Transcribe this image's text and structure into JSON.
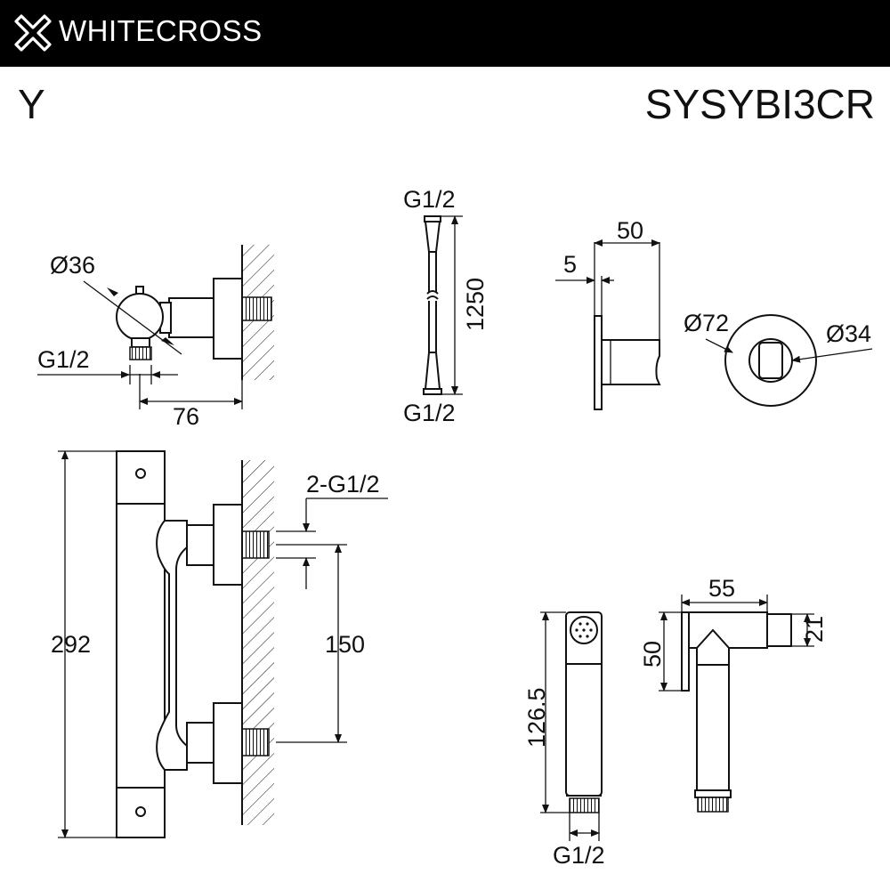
{
  "header": {
    "brand": "WHITECROSS",
    "background": "#000000",
    "text_color": "#ffffff"
  },
  "series": "Y",
  "model": "SYSYBI3CR",
  "views": {
    "mixer_side": {
      "diameter_label": "Ø36",
      "thread_label": "G1/2",
      "depth_label": "76"
    },
    "hose": {
      "top_thread": "G1/2",
      "bottom_thread": "G1/2",
      "length_label": "1250"
    },
    "holder": {
      "width_label": "50",
      "plate_label": "5",
      "outer_diameter_label": "Ø72",
      "inner_diameter_label": "Ø34"
    },
    "mixer_front": {
      "height_label": "292",
      "threads_label": "2-G1/2",
      "spacing_label": "150"
    },
    "hand_shower": {
      "length_label": "126.5",
      "thread_label": "G1/2"
    },
    "holder_detail": {
      "width_label": "55",
      "height_label": "50",
      "depth_label": "21"
    }
  }
}
